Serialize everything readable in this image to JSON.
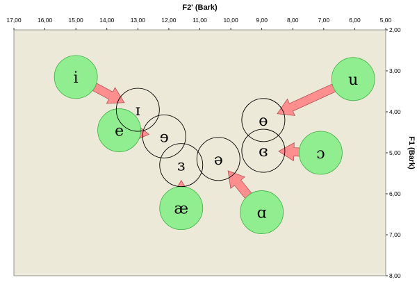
{
  "chart_data": {
    "type": "scatter",
    "title": "",
    "xlabel": "F2' (Bark)",
    "ylabel": "F1 (Bark)",
    "x_reversed": true,
    "y_reversed": true,
    "xlim": [
      17,
      5
    ],
    "ylim": [
      2,
      8
    ],
    "x_ticks": [
      "17,00",
      "16,00",
      "15,00",
      "14,00",
      "13,00",
      "12,00",
      "11,00",
      "10,00",
      "9,00",
      "8,00",
      "7,00",
      "6,00",
      "5,00"
    ],
    "y_ticks": [
      "2,00",
      "3,00",
      "4,00",
      "5,00",
      "6,00",
      "7,00",
      "8,00"
    ],
    "plot_background": "#ece9d8",
    "series": [
      {
        "name": "",
        "color": "#90ee90",
        "points": [
          {
            "label": "i",
            "x": 15.0,
            "y": 3.15
          },
          {
            "label": "e",
            "x": 13.6,
            "y": 4.45
          },
          {
            "label": "æ",
            "x": 11.6,
            "y": 6.35
          },
          {
            "label": "ɑ",
            "x": 9.0,
            "y": 6.45
          },
          {
            "label": "ɔ",
            "x": 7.1,
            "y": 5.0
          },
          {
            "label": "u",
            "x": 6.05,
            "y": 3.2
          }
        ]
      },
      {
        "name": "",
        "color": "#ffffff",
        "points": [
          {
            "label": "ɪ",
            "x": 13.0,
            "y": 3.95
          },
          {
            "label": "ɘ",
            "x": 12.15,
            "y": 4.6
          },
          {
            "label": "ɜ",
            "x": 11.6,
            "y": 5.3
          },
          {
            "label": "ə",
            "x": 10.4,
            "y": 5.15
          },
          {
            "label": "ɵ",
            "x": 8.95,
            "y": 4.2
          },
          {
            "label": "ɞ",
            "x": 8.95,
            "y": 4.95
          }
        ]
      }
    ],
    "arrows": [
      {
        "from": "i",
        "to": "ɪ"
      },
      {
        "from": "e",
        "to": "ɘ"
      },
      {
        "from": "æ",
        "to": "ɜ"
      },
      {
        "from": "ɑ",
        "to": "ə"
      },
      {
        "from": "ɔ",
        "to": "ɞ"
      },
      {
        "from": "u",
        "to": "ɵ"
      }
    ],
    "arrow_color": "#ff8f8f"
  }
}
